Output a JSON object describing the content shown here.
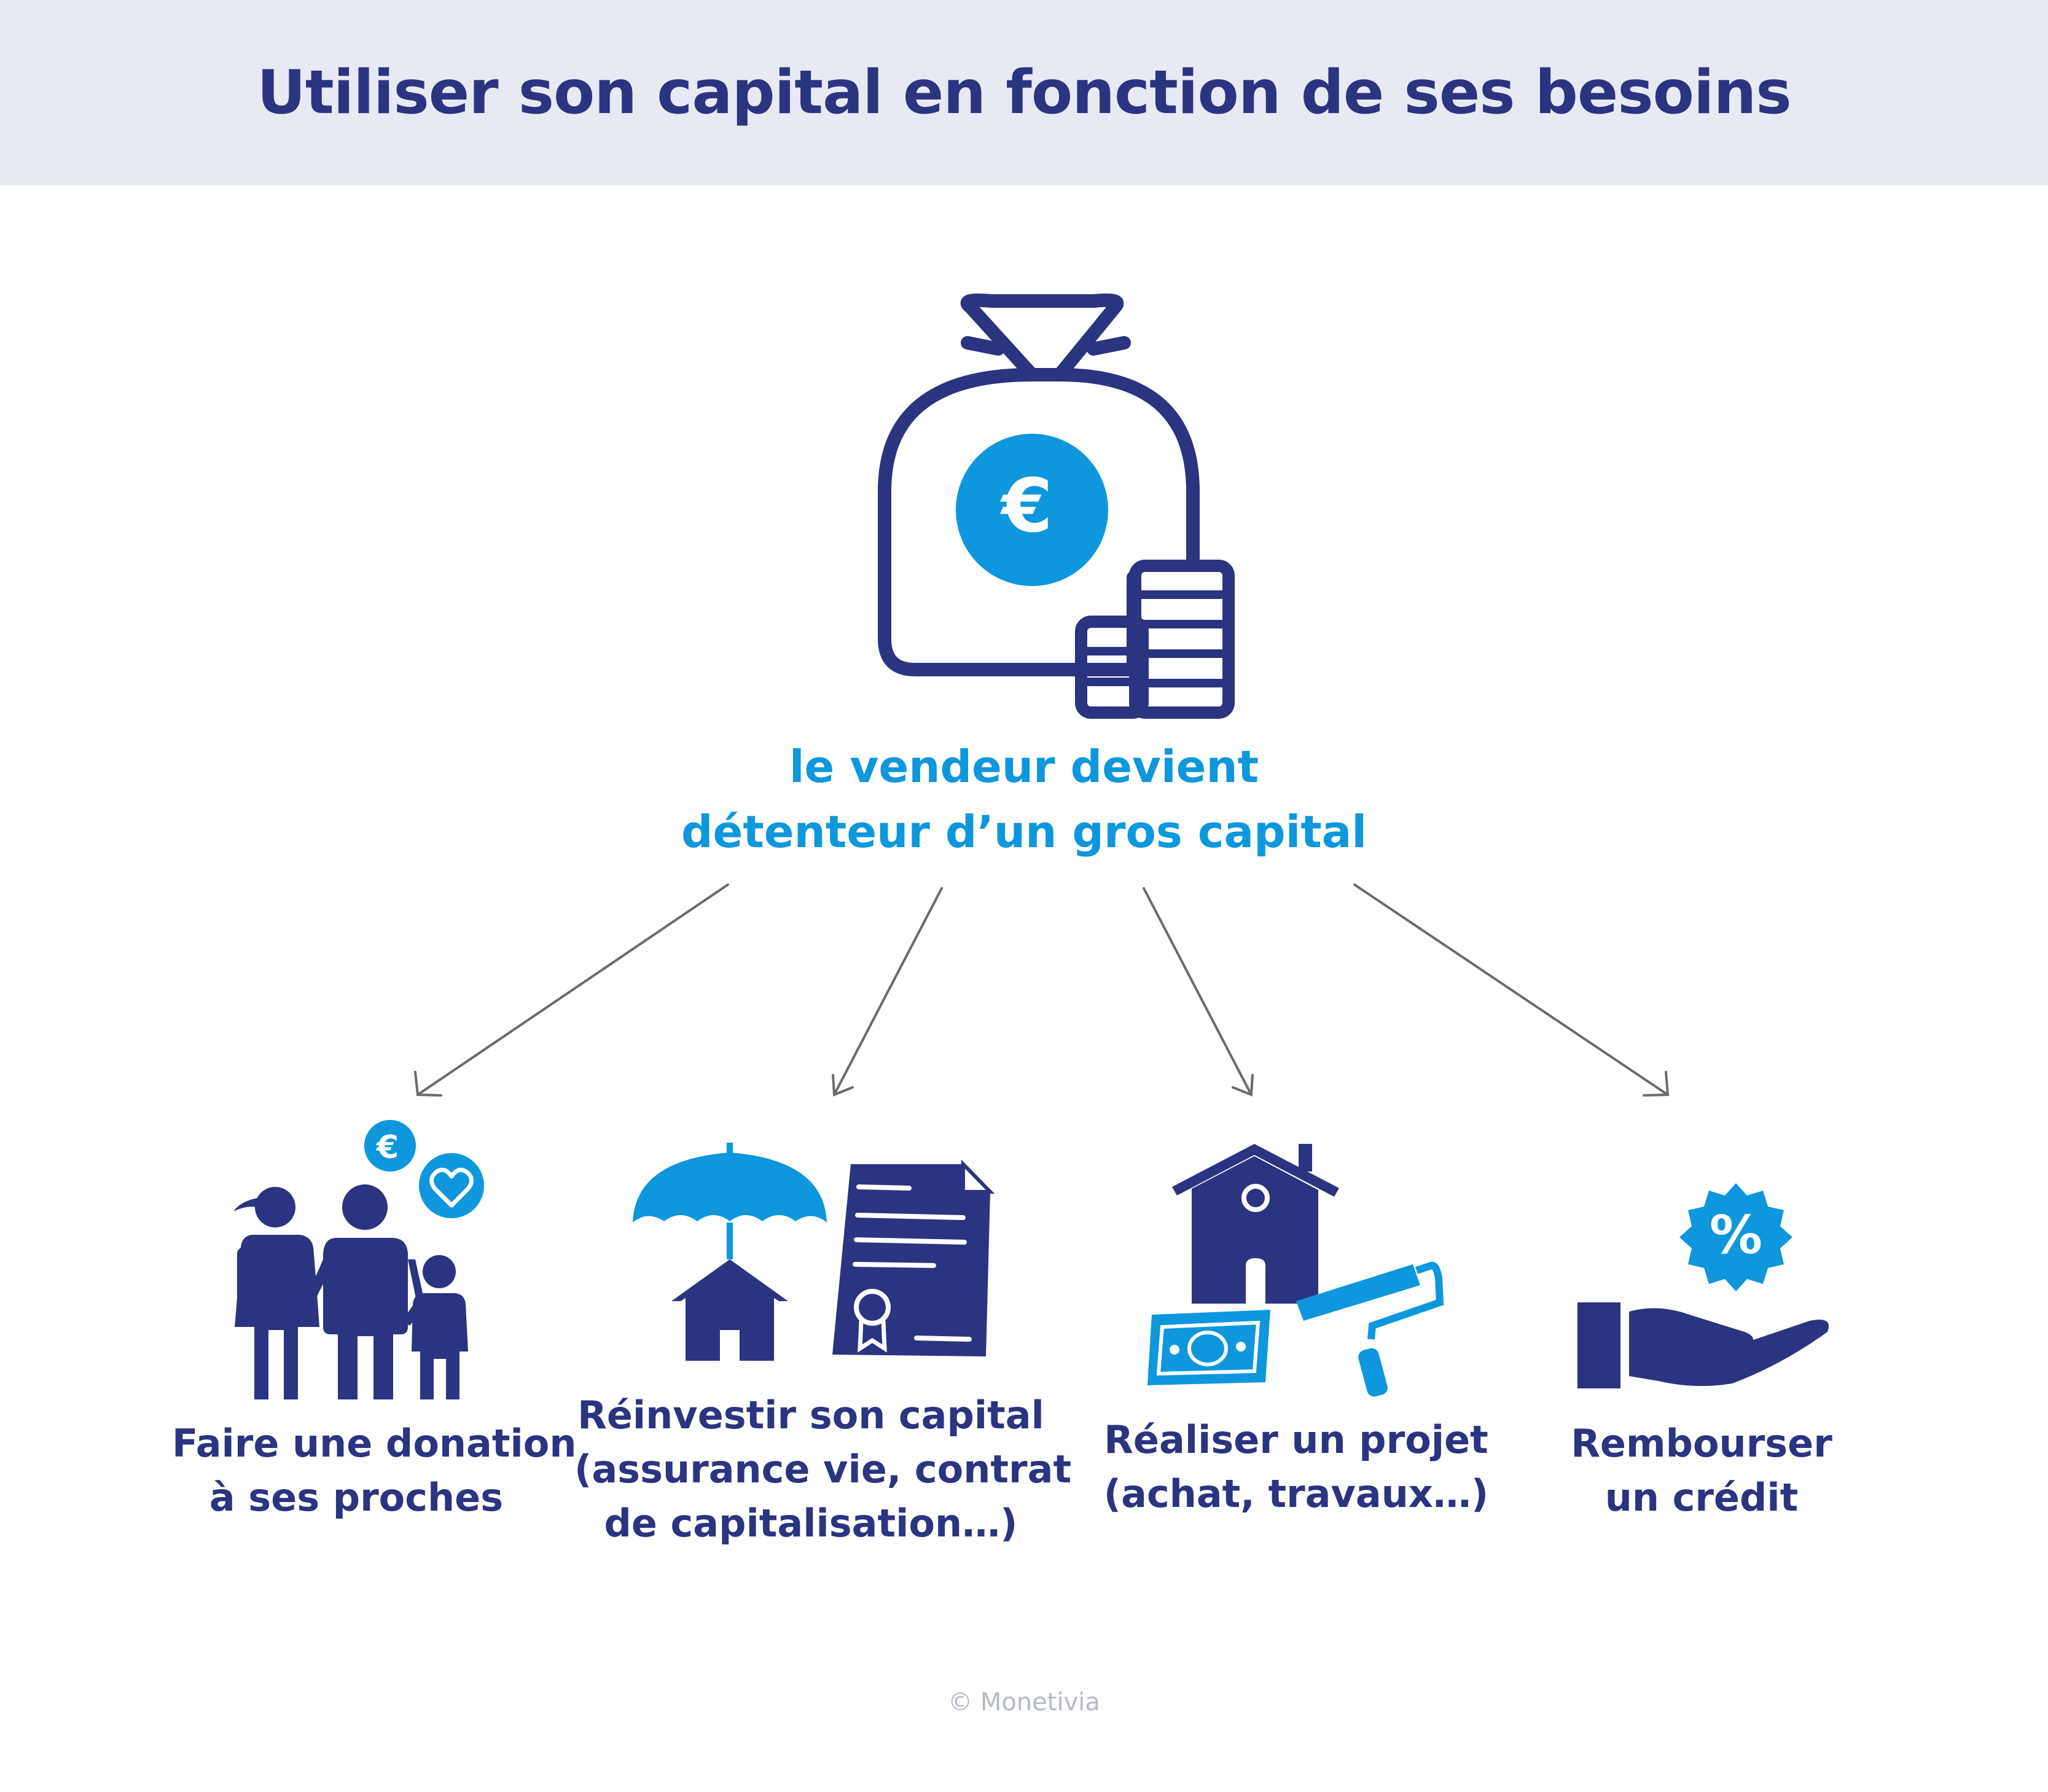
{
  "header": {
    "title": "Utiliser son capital en fonction de ses besoins"
  },
  "center": {
    "line1": "le vendeur devient",
    "line2": "détenteur d’un gros capital",
    "badge_symbol": "€"
  },
  "branches": [
    {
      "icon": "family-icon",
      "line1": "Faire une donation",
      "line2": "à ses proches",
      "badge_symbol": "€"
    },
    {
      "icon": "insurance-icon",
      "line1": "Réinvestir son capital",
      "line2": "(assurance vie, contrat",
      "line3": "de capitalisation…)"
    },
    {
      "icon": "project-icon",
      "line1": "Réaliser un projet",
      "line2": "(achat, travaux…)"
    },
    {
      "icon": "credit-icon",
      "line1": "Rembourser",
      "line2": "un crédit",
      "badge_symbol": "%"
    }
  ],
  "footer": {
    "copyright": "© Monetivia"
  },
  "colors": {
    "navy": "#2b3480",
    "blue": "#0e97dc",
    "banner": "#e7eaf2",
    "arrow": "#6b6b6b"
  }
}
